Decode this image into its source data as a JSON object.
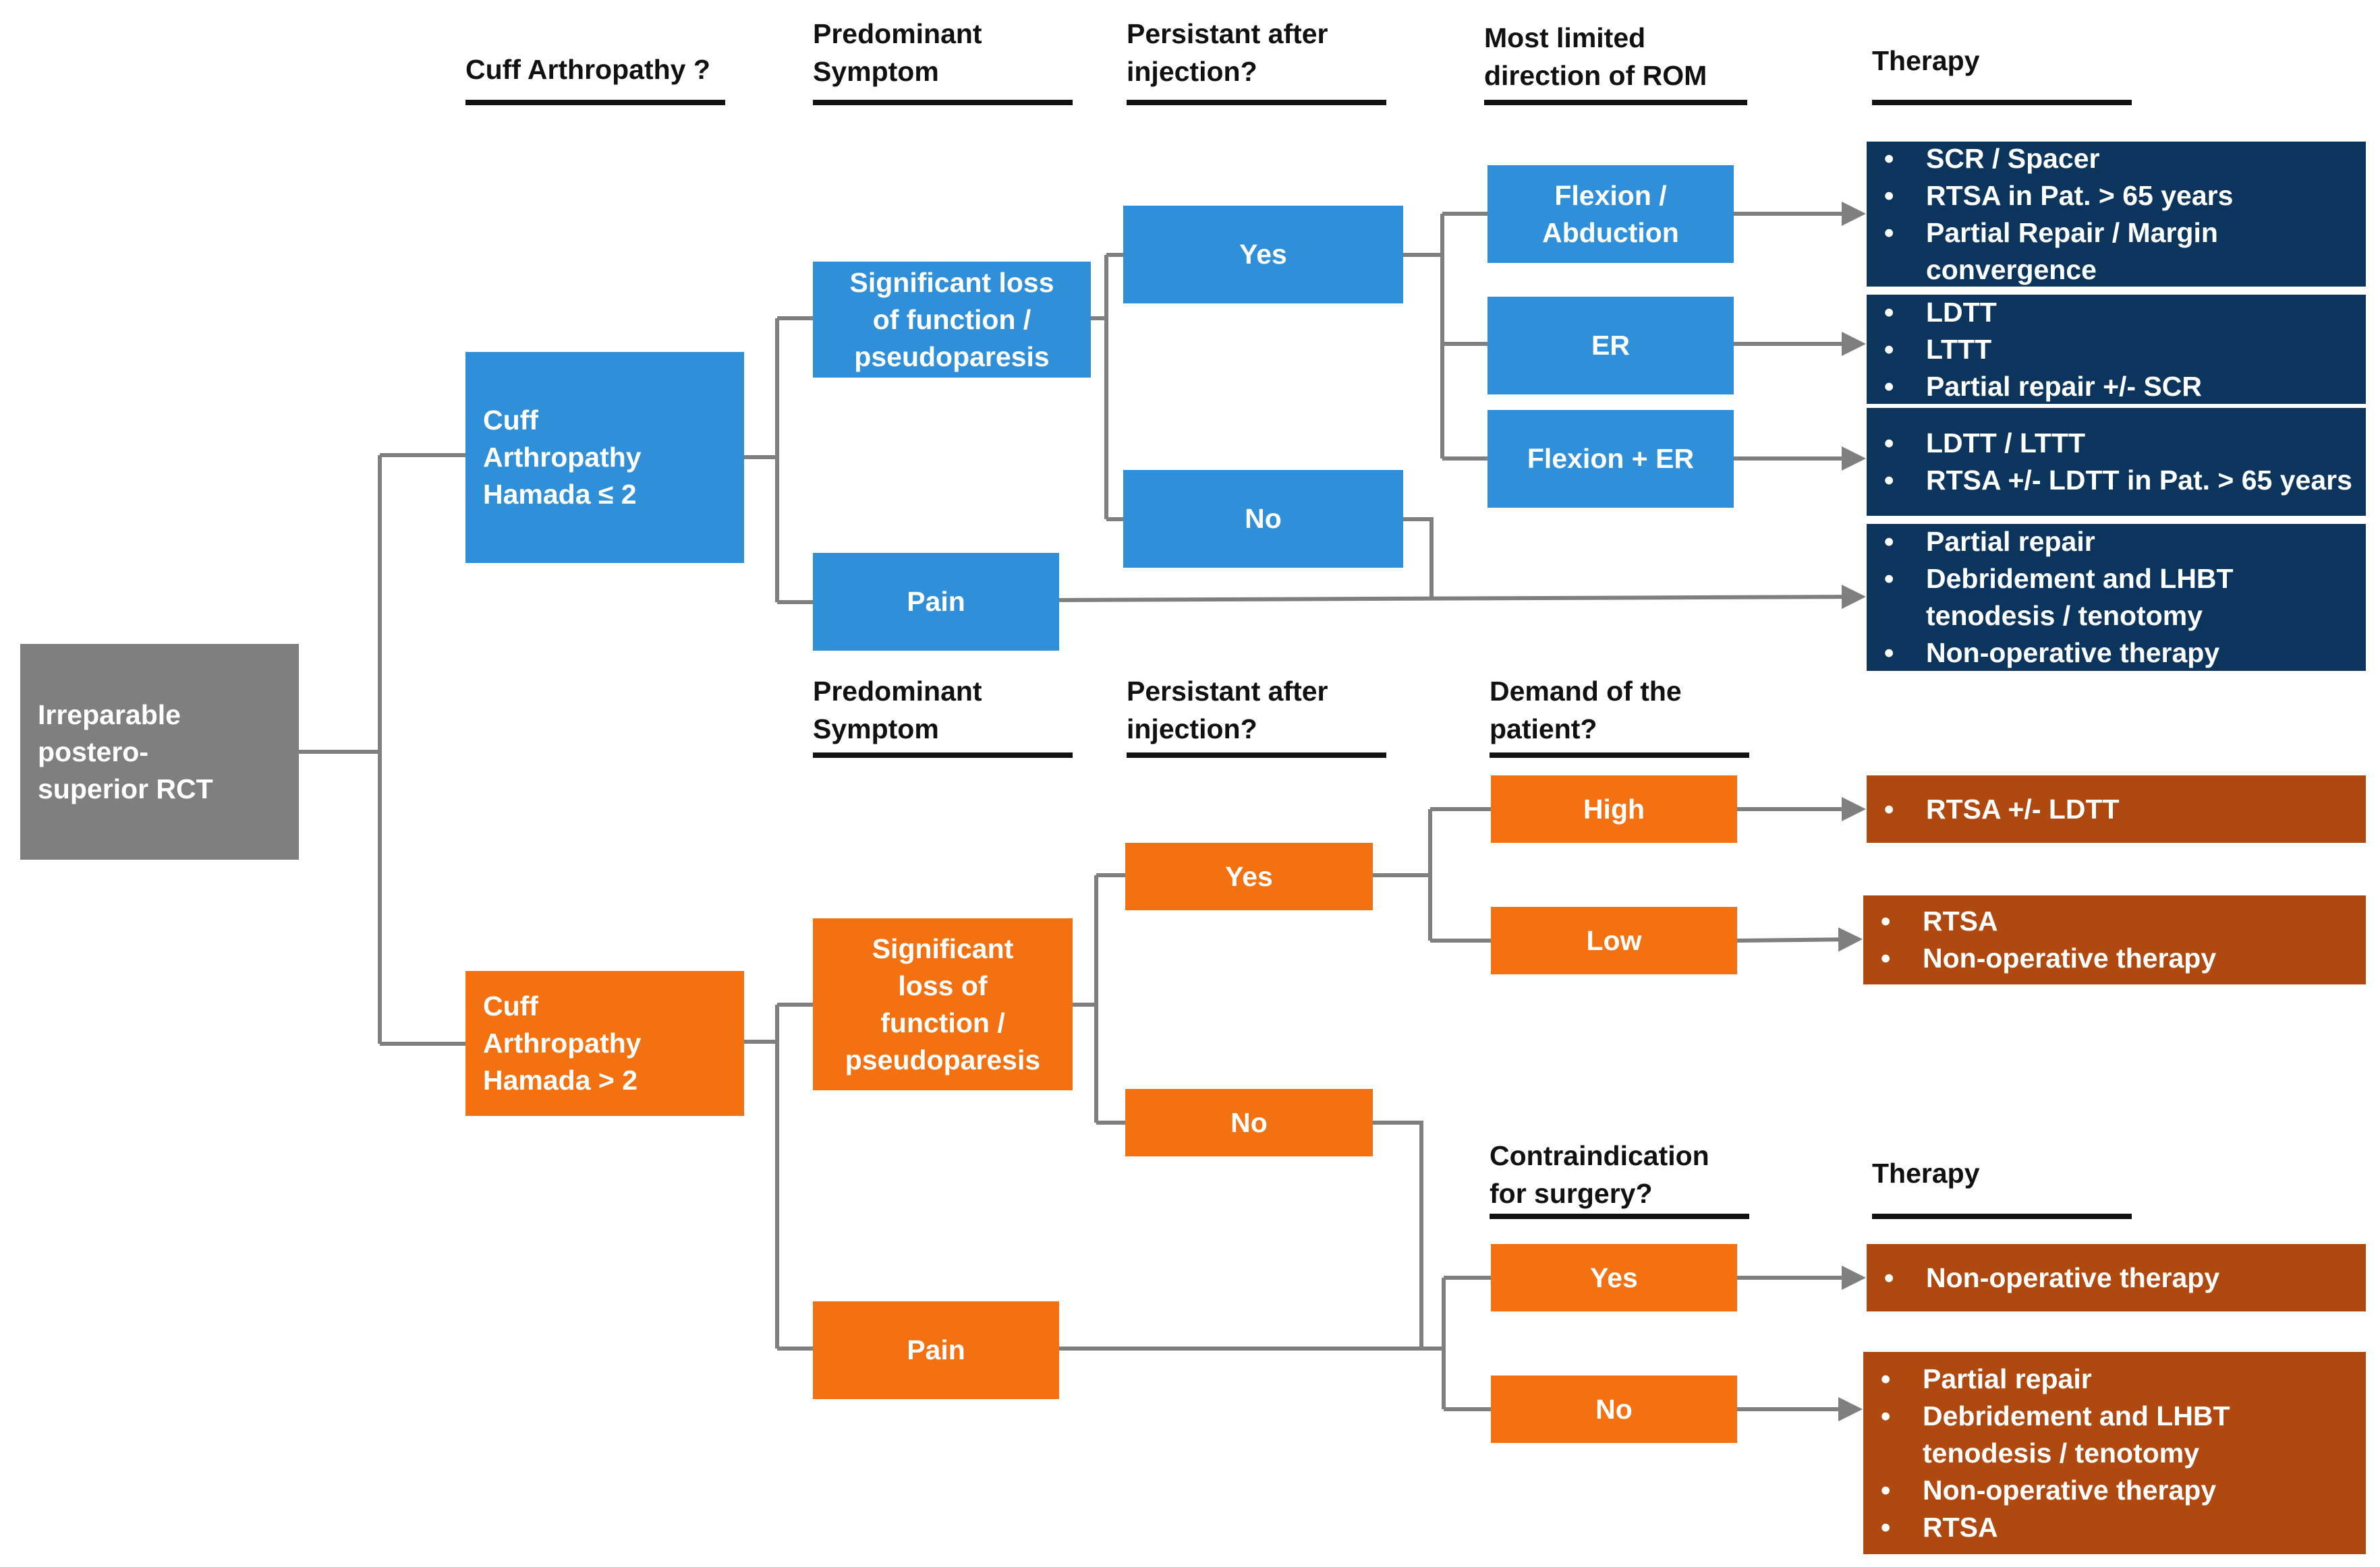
{
  "colors": {
    "root": "#7f7f7f",
    "blue_box": "#2f8fd8",
    "orange_box": "#f47112",
    "navy_therapy": "#0c355d",
    "rust_therapy": "#b0490f",
    "connector": "#7f7f7f"
  },
  "headers": {
    "cuff_arthropathy": "Cuff Arthropathy ?",
    "predominant_symptom_top": "Predominant\nSymptom",
    "persistant_top": "Persistant after\ninjection?",
    "most_limited_rom": "Most limited\ndirection of ROM",
    "therapy_top": "Therapy",
    "predominant_symptom_bottom": "Predominant\nSymptom",
    "persistant_bottom": "Persistant after\ninjection?",
    "demand_of_patient": "Demand of the\npatient?",
    "contraindication": "Contraindication\nfor surgery?",
    "therapy_bottom": "Therapy"
  },
  "root": {
    "label": "Irreparable\npostero-\nsuperior RCT"
  },
  "blue_branch": {
    "cuff": "Cuff\nArthropathy\nHamada ≤ 2",
    "loss_of_function": "Significant loss\nof function /\npseudoparesis",
    "pain": "Pain",
    "yes": "Yes",
    "no": "No",
    "flexion_abduction": "Flexion /\nAbduction",
    "er": "ER",
    "flexion_er": "Flexion + ER",
    "therapies": {
      "flexion_abduction": [
        "SCR / Spacer",
        "RTSA in Pat. > 65 years",
        "Partial Repair / Margin convergence"
      ],
      "er": [
        "LDTT",
        "LTTT",
        "Partial repair +/- SCR"
      ],
      "flexion_er": [
        "LDTT / LTTT",
        "RTSA +/- LDTT in Pat. > 65 years"
      ],
      "pain_or_no": [
        "Partial repair",
        "Debridement and LHBT tenodesis / tenotomy",
        "Non-operative therapy"
      ]
    }
  },
  "orange_branch": {
    "cuff": "Cuff\nArthropathy\nHamada > 2",
    "loss_of_function": "Significant\nloss of\nfunction /\npseudoparesis",
    "pain": "Pain",
    "yes": "Yes",
    "no": "No",
    "high": "High",
    "low": "Low",
    "contra_yes": "Yes",
    "contra_no": "No",
    "therapies": {
      "high": [
        "RTSA +/- LDTT"
      ],
      "low": [
        "RTSA",
        "Non-operative therapy"
      ],
      "contra_yes": [
        "Non-operative therapy"
      ],
      "contra_no": [
        "Partial repair",
        "Debridement and LHBT tenodesis / tenotomy",
        "Non-operative therapy",
        "RTSA"
      ]
    }
  }
}
